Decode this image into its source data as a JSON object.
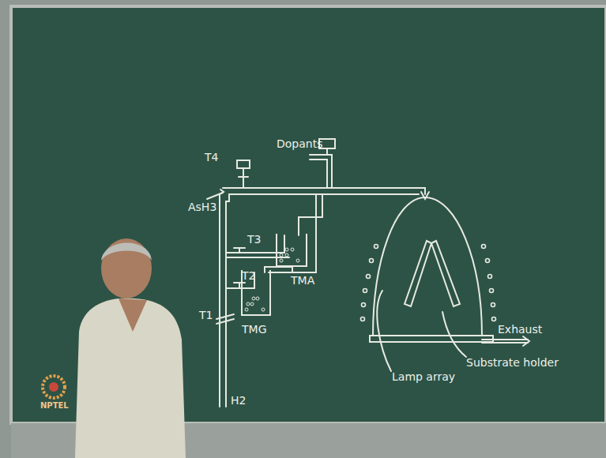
{
  "diagram": {
    "nodes": [
      {
        "text": [
          "TMG"
        ]
      },
      {
        "text": [
          "TMA"
        ]
      }
    ],
    "labels": [
      "AsH3",
      "T4",
      "Dopants",
      "T3",
      "T2",
      "T1",
      "H2",
      "Exhaust",
      "Substrate holder",
      "Lamp array",
      "NPTEL"
    ]
  }
}
